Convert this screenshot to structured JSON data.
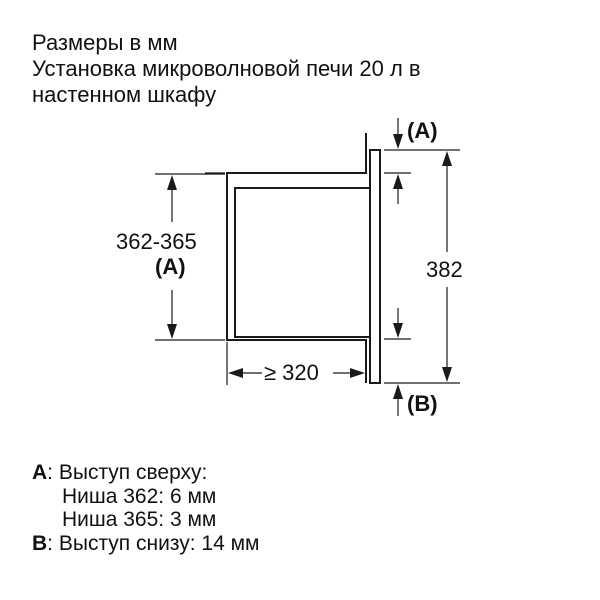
{
  "title": {
    "line1": "Размеры в мм",
    "line2": "Установка микроволновой печи 20 л в",
    "line3": "настенном шкафу"
  },
  "drawing": {
    "left_dimension": "362-365",
    "left_dimension_ref": "(A)",
    "depth_dimension": "≥ 320",
    "height_dimension": "382",
    "top_marker": "(A)",
    "bottom_marker": "(B)",
    "line_color": "#1a1a1a"
  },
  "legend": {
    "a_key": "A",
    "a_text": ": Выступ сверху:",
    "a_sub1": "Ниша 362: 6 мм",
    "a_sub2": "Ниша 365: 3 мм",
    "b_key": "B",
    "b_text": ": Выступ снизу: 14 мм"
  }
}
